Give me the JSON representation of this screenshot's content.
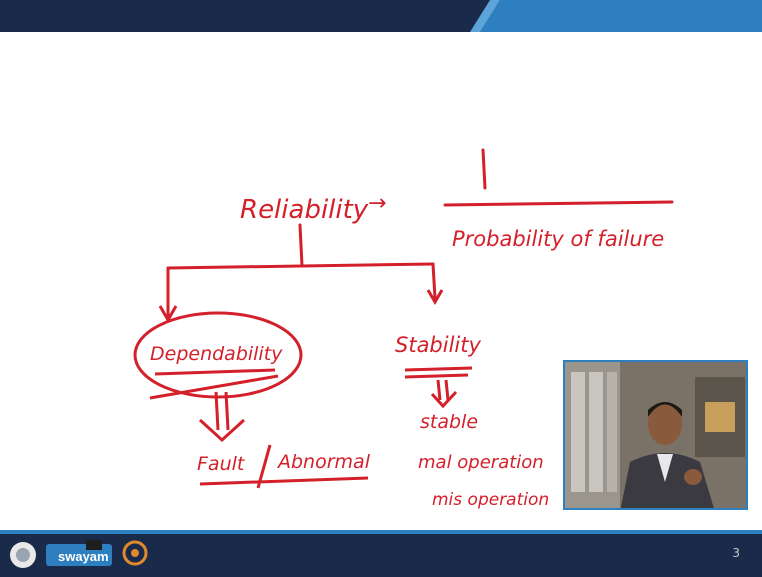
{
  "slide": {
    "page_number": "3",
    "ink": {
      "numerator": "1",
      "reliability": "Reliability",
      "arrow": "→",
      "probability": "Probability of failure",
      "dependability": "Dependability",
      "stability": "Stability",
      "fault": "Fault",
      "abnormal": "Abnormal",
      "stable": "stable",
      "mal_operation": "mal operation",
      "mis_operation": "mis operation"
    }
  },
  "footer": {
    "swayam": "swayam"
  },
  "colors": {
    "ink": "#d4202a",
    "header_dark": "#1a2a4a",
    "header_blue": "#2e7fc0"
  }
}
